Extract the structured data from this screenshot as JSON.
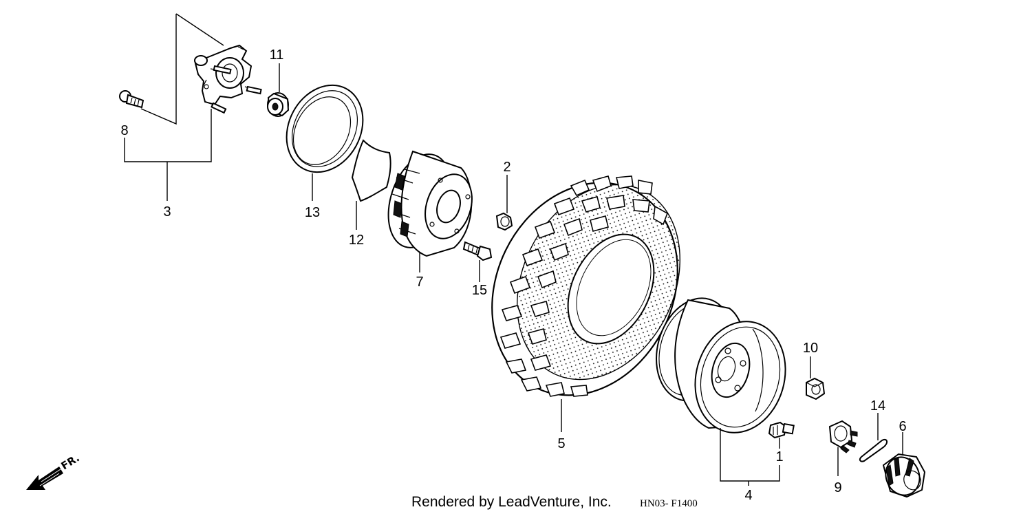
{
  "parts": {
    "p1": "1",
    "p2": "2",
    "p3": "3",
    "p4": "4",
    "p5": "5",
    "p6": "6",
    "p7": "7",
    "p8": "8",
    "p9": "9",
    "p10": "10",
    "p11": "11",
    "p12": "12",
    "p13": "13",
    "p14": "14",
    "p15": "15"
  },
  "direction_label": "FR.",
  "footer": {
    "credit": "Rendered by LeadVenture, Inc.",
    "diagram_code": "HN03- F1400"
  },
  "icons": {
    "direction": "front-direction-arrow-icon"
  }
}
